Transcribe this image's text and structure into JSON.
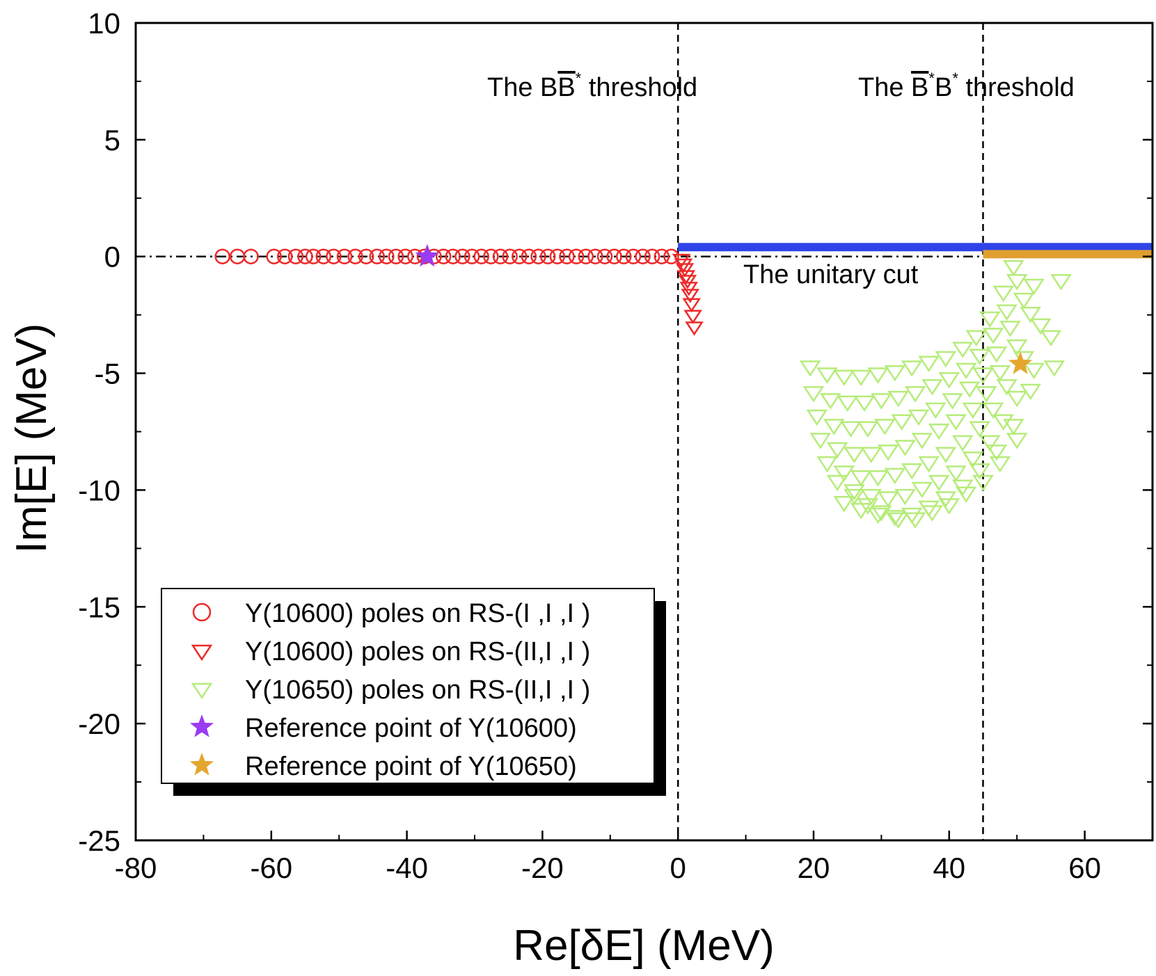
{
  "chart_data": {
    "type": "scatter",
    "xlabel": "Re[δE] (MeV)",
    "ylabel": "Im[E] (MeV)",
    "xlim": [
      -80,
      70
    ],
    "ylim": [
      -25,
      10
    ],
    "x_ticks": [
      -80,
      -60,
      -40,
      -20,
      0,
      20,
      40,
      60
    ],
    "y_ticks": [
      10,
      5,
      0,
      -5,
      -10,
      -15,
      -20,
      -25
    ],
    "x_tick_labels": [
      "-80",
      "-60",
      "-40",
      "-20",
      "0",
      "20",
      "40",
      "60"
    ],
    "y_tick_labels": [
      "10",
      "5",
      "0",
      "-5",
      "-10",
      "-15",
      "-20",
      "-25"
    ],
    "grid": false,
    "legend_position": "lower-left",
    "thresholds": [
      {
        "x": 0,
        "label_pre": "The B",
        "label_bar": "B",
        "label_sup": "*",
        "label_post": " threshold"
      },
      {
        "x": 45,
        "label_pre": "The ",
        "label_bar": "B",
        "label_sup": "*",
        "label_mid": "B",
        "label_sup2": "*",
        "label_post": " threshold"
      }
    ],
    "cuts": [
      {
        "from_x": 0,
        "to_x": 70,
        "y": 0.4,
        "color": "#2f44e8"
      },
      {
        "from_x": 45,
        "to_x": 70,
        "y": 0.1,
        "color": "#e0a030"
      }
    ],
    "cut_label": "The unitary cut",
    "series": [
      {
        "name": "Y(10600) poles on RS-(I ,I ,I )",
        "marker": "circle",
        "color": "#ee2a2a",
        "points": [
          [
            -67.2,
            0
          ],
          [
            -65,
            0
          ],
          [
            -63,
            0
          ],
          [
            -59.6,
            0
          ],
          [
            -58,
            0
          ],
          [
            -56.4,
            0
          ],
          [
            -55,
            0
          ],
          [
            -53.8,
            0
          ],
          [
            -52.3,
            0
          ],
          [
            -50.8,
            0
          ],
          [
            -49.2,
            0
          ],
          [
            -47.6,
            0
          ],
          [
            -46,
            0
          ],
          [
            -44.4,
            0
          ],
          [
            -43,
            0
          ],
          [
            -41.6,
            0
          ],
          [
            -40.2,
            0
          ],
          [
            -38.8,
            0
          ],
          [
            -37.4,
            0
          ],
          [
            -36,
            0
          ],
          [
            -34.6,
            0
          ],
          [
            -33.2,
            0
          ],
          [
            -31.8,
            0
          ],
          [
            -30.4,
            0
          ],
          [
            -29,
            0
          ],
          [
            -27.6,
            0
          ],
          [
            -26.2,
            0
          ],
          [
            -24.8,
            0
          ],
          [
            -23.4,
            0
          ],
          [
            -22,
            0
          ],
          [
            -20.6,
            0
          ],
          [
            -19.2,
            0
          ],
          [
            -17.8,
            0
          ],
          [
            -16.4,
            0
          ],
          [
            -15,
            0
          ],
          [
            -13.6,
            0
          ],
          [
            -12.2,
            0
          ],
          [
            -10.8,
            0
          ],
          [
            -9.4,
            0
          ],
          [
            -8,
            0
          ],
          [
            -6.6,
            0
          ],
          [
            -5.2,
            0
          ],
          [
            -3.8,
            0
          ],
          [
            -2.4,
            0
          ],
          [
            -1,
            0
          ]
        ]
      },
      {
        "name": "Y(10600) poles on RS-(II,I ,I )",
        "marker": "triangle-down",
        "color": "#ee2a2a",
        "points": [
          [
            0.5,
            -0.1
          ],
          [
            0.8,
            -0.3
          ],
          [
            1.0,
            -0.5
          ],
          [
            1.2,
            -0.8
          ],
          [
            1.4,
            -1.0
          ],
          [
            1.6,
            -1.3
          ],
          [
            1.8,
            -1.6
          ],
          [
            2.0,
            -2.0
          ],
          [
            2.2,
            -2.5
          ],
          [
            2.4,
            -3.0
          ]
        ]
      },
      {
        "name": "Y(10650) poles on RS-(II,I ,I )",
        "marker": "triangle-down",
        "color": "#b6ec7a",
        "points": [
          [
            19.5,
            -4.7
          ],
          [
            22,
            -5.0
          ],
          [
            24.5,
            -5.1
          ],
          [
            27,
            -5.1
          ],
          [
            29.5,
            -5.0
          ],
          [
            32,
            -4.9
          ],
          [
            34.5,
            -4.7
          ],
          [
            37,
            -4.5
          ],
          [
            39.5,
            -4.3
          ],
          [
            42,
            -3.9
          ],
          [
            44,
            -3.4
          ],
          [
            46,
            -2.6
          ],
          [
            48,
            -1.5
          ],
          [
            49.5,
            -0.4
          ],
          [
            20,
            -5.8
          ],
          [
            22.5,
            -6.1
          ],
          [
            25,
            -6.2
          ],
          [
            27.5,
            -6.2
          ],
          [
            30,
            -6.1
          ],
          [
            32.5,
            -6.0
          ],
          [
            35,
            -5.8
          ],
          [
            37.5,
            -5.5
          ],
          [
            40,
            -5.2
          ],
          [
            42.5,
            -4.8
          ],
          [
            44.5,
            -4.2
          ],
          [
            46.5,
            -3.3
          ],
          [
            48.5,
            -2.3
          ],
          [
            50,
            -1.0
          ],
          [
            20.5,
            -6.8
          ],
          [
            23,
            -7.2
          ],
          [
            25.5,
            -7.3
          ],
          [
            28,
            -7.3
          ],
          [
            30.5,
            -7.2
          ],
          [
            33,
            -7.0
          ],
          [
            35.5,
            -6.8
          ],
          [
            38,
            -6.5
          ],
          [
            40.5,
            -6.1
          ],
          [
            43,
            -5.6
          ],
          [
            45,
            -5.0
          ],
          [
            47,
            -4.1
          ],
          [
            49,
            -3.0
          ],
          [
            51,
            -1.8
          ],
          [
            21,
            -7.8
          ],
          [
            23.5,
            -8.2
          ],
          [
            26,
            -8.4
          ],
          [
            28.5,
            -8.4
          ],
          [
            31,
            -8.3
          ],
          [
            33.5,
            -8.1
          ],
          [
            36,
            -7.8
          ],
          [
            38.5,
            -7.4
          ],
          [
            41,
            -7.0
          ],
          [
            43.5,
            -6.5
          ],
          [
            45.5,
            -5.8
          ],
          [
            47.5,
            -4.9
          ],
          [
            50,
            -3.8
          ],
          [
            52,
            -2.4
          ],
          [
            22,
            -8.8
          ],
          [
            24.5,
            -9.2
          ],
          [
            27,
            -9.4
          ],
          [
            29.5,
            -9.4
          ],
          [
            32,
            -9.3
          ],
          [
            34.5,
            -9.1
          ],
          [
            37,
            -8.8
          ],
          [
            39.5,
            -8.4
          ],
          [
            42,
            -7.9
          ],
          [
            44.5,
            -7.3
          ],
          [
            46.5,
            -6.5
          ],
          [
            48.5,
            -5.5
          ],
          [
            51,
            -4.3
          ],
          [
            53.5,
            -2.9
          ],
          [
            23.5,
            -9.6
          ],
          [
            26,
            -10.0
          ],
          [
            28.5,
            -10.2
          ],
          [
            31,
            -10.3
          ],
          [
            33.5,
            -10.2
          ],
          [
            36,
            -9.9
          ],
          [
            38.5,
            -9.6
          ],
          [
            41,
            -9.2
          ],
          [
            43.5,
            -8.6
          ],
          [
            46,
            -7.9
          ],
          [
            48,
            -7.0
          ],
          [
            50,
            -6.0
          ],
          [
            52.5,
            -4.8
          ],
          [
            55,
            -3.4
          ],
          [
            56.5,
            -1.0
          ],
          [
            24.5,
            -10.5
          ],
          [
            27,
            -10.8
          ],
          [
            29.5,
            -11.0
          ],
          [
            32,
            -11.1
          ],
          [
            34.5,
            -11.0
          ],
          [
            37,
            -10.7
          ],
          [
            39.5,
            -10.3
          ],
          [
            42,
            -9.8
          ],
          [
            44.5,
            -9.1
          ],
          [
            47,
            -8.3
          ],
          [
            49.5,
            -7.2
          ],
          [
            52,
            -5.7
          ],
          [
            55.5,
            -4.7
          ],
          [
            52.5,
            -1.2
          ],
          [
            26,
            -10.2
          ],
          [
            28,
            -10.6
          ],
          [
            30,
            -10.9
          ],
          [
            32.5,
            -11.2
          ],
          [
            35,
            -11.2
          ],
          [
            37.5,
            -10.9
          ],
          [
            40,
            -10.6
          ],
          [
            42.5,
            -10.1
          ],
          [
            45,
            -9.6
          ],
          [
            47.5,
            -8.8
          ],
          [
            50,
            -7.8
          ]
        ]
      },
      {
        "name": "Reference point of Y(10600)",
        "marker": "star",
        "color": "#9a3cf2",
        "points": [
          [
            -37,
            0
          ]
        ]
      },
      {
        "name": "Reference point of Y(10650)",
        "marker": "star",
        "color": "#e3a72f",
        "points": [
          [
            50.5,
            -4.6
          ]
        ]
      }
    ]
  }
}
